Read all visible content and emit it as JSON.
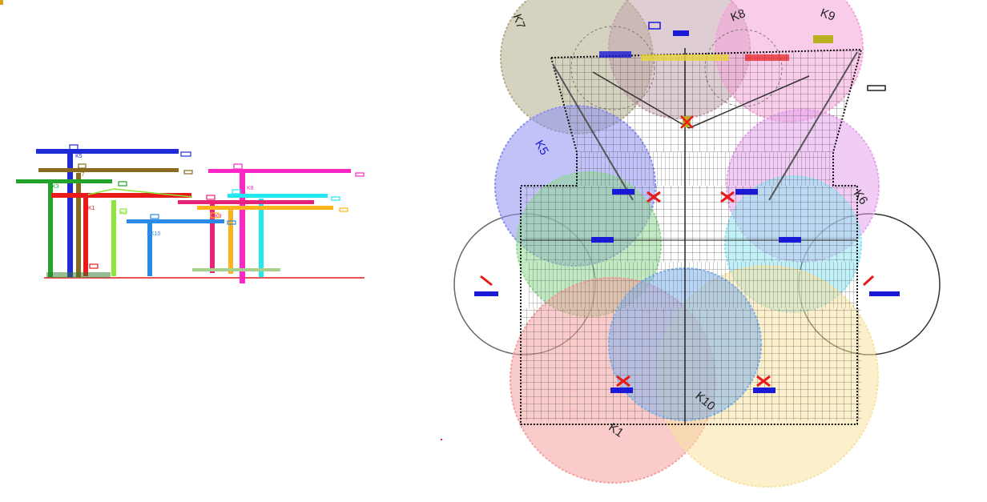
{
  "elevation": {
    "cranes": [
      {
        "id": "K5",
        "color": "#1f2bd6"
      },
      {
        "id": "K7",
        "color": "#8a6a1e"
      },
      {
        "id": "K3",
        "color": "#22a32a"
      },
      {
        "id": "K1",
        "color": "#e81a1a"
      },
      {
        "id": "K2",
        "color": "#8ce63a"
      },
      {
        "id": "K8",
        "color": "#ff26c8"
      },
      {
        "id": "K4",
        "color": "#22e6f0"
      },
      {
        "id": "K9",
        "color": "#e8237a"
      },
      {
        "id": "K6",
        "color": "#ffb31a"
      },
      {
        "id": "K10",
        "color": "#2b8ae6"
      }
    ],
    "ground_color": "#e81a1a"
  },
  "plan": {
    "circles": [
      {
        "id": "K7",
        "color": "#b4ad8c"
      },
      {
        "id": "K8",
        "color": "#c3a4ad"
      },
      {
        "id": "K9",
        "color": "#f4a3d8"
      },
      {
        "id": "K5",
        "color": "#8c8ff2"
      },
      {
        "id": "K6",
        "color": "#e6a2ec"
      },
      {
        "id": "K3",
        "color": "#8fd98f"
      },
      {
        "id": "K4",
        "color": "#8fe3f2"
      },
      {
        "id": "K1",
        "color": "#f4a0a0"
      },
      {
        "id": "K10",
        "color": "#7fb3ee"
      },
      {
        "id": "K2",
        "color": "#f7e3a0"
      }
    ],
    "labels": {
      "k7": "K7",
      "k8": "K8",
      "k9": "K9",
      "k5": "K5",
      "k6": "K6",
      "k10": "K10",
      "k1": "K1"
    }
  }
}
